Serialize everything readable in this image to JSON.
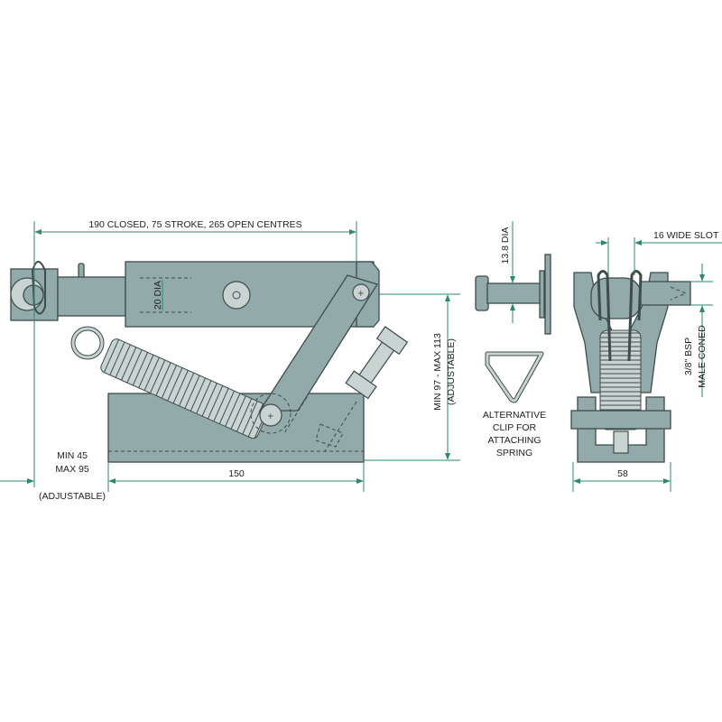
{
  "side_view": {
    "overall_length": "190 CLOSED, 75 STROKE, 265 OPEN CENTRES",
    "rod_diameter": "20 DIA",
    "height_range": "MIN 97  -  MAX 113",
    "height_note": "(ADJUSTABLE)",
    "base_length": "150",
    "offset_min": "MIN 45",
    "offset_max": "MAX 95",
    "offset_note": "(ADJUSTABLE)"
  },
  "pin_view": {
    "pin_diameter": "13.8 DIA",
    "clip_caption": [
      "ALTERNATIVE",
      "CLIP FOR",
      "ATTACHING",
      "SPRING"
    ]
  },
  "end_view": {
    "slot_width": "16 WIDE SLOT",
    "thread_line1": "3/8\" BSP",
    "thread_line2": "MALE CONED",
    "width": "58"
  },
  "colors": {
    "part": "#92aaa9",
    "dimension": "#2e8a68"
  }
}
